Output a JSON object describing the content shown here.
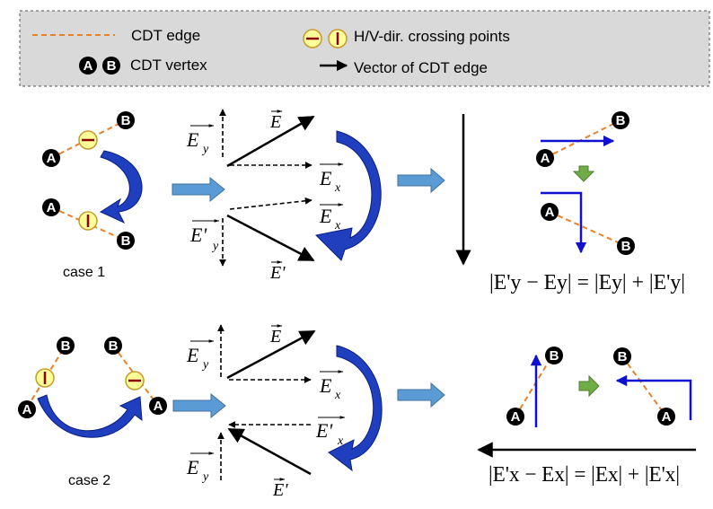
{
  "legend": {
    "cdt_edge": "CDT edge",
    "cdt_vertex": "CDT vertex",
    "crossing_points": "H/V-dir. crossing points",
    "vector_edge": "Vector of CDT edge"
  },
  "vertex_labels": {
    "a": "A",
    "b": "B"
  },
  "case1": {
    "label": "case 1",
    "vec_e": "E",
    "vec_ex": "E",
    "vec_ex_sub": "x",
    "vec_ey": "E",
    "vec_ey_sub": "y",
    "vec_ey_prime": "E'",
    "vec_ey_prime_sub": "y",
    "vec_e_prime": "E'",
    "formula": "|E'y − Ey| = |Ey| + |E'y|"
  },
  "case2": {
    "label": "case 2",
    "vec_e": "E",
    "vec_ex": "E",
    "vec_ex_sub": "x",
    "vec_ex_prime": "E'",
    "vec_ex_prime_sub": "x",
    "vec_ey": "E",
    "vec_ey_sub": "y",
    "vec_ey2": "E",
    "vec_ey2_sub": "y",
    "vec_e_prime": "E'",
    "formula": "|E'x − Ex| = |Ex| + |E'x|"
  },
  "colors": {
    "legend_bg": "#D9D9D9",
    "cdt_edge": "#E8822A",
    "crossing_fill": "#FFFF99",
    "curved_arrow": "#1F3FBF",
    "process_arrow": "#5B9BD5",
    "green_arrow": "#70AD47",
    "blue_vector": "#1010D0"
  }
}
